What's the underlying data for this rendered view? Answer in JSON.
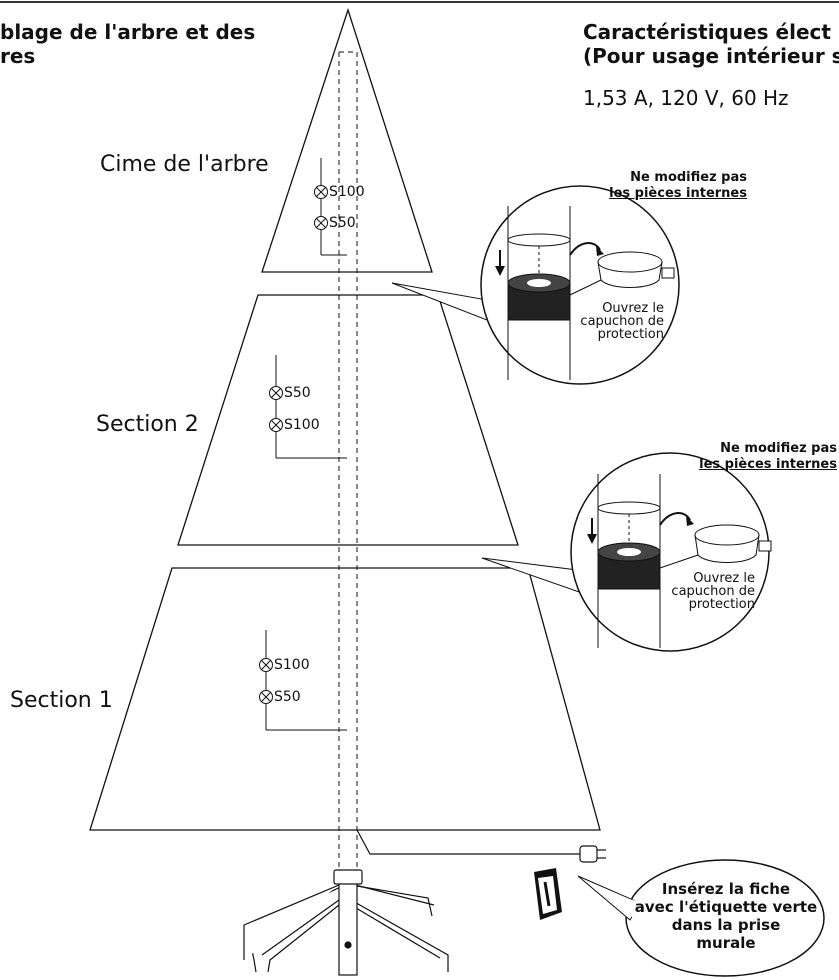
{
  "header": {
    "left_title_line1": "blage de l'arbre et des",
    "left_title_line2": "res",
    "right_title_line1": "Caractéristiques élect",
    "right_title_line2": "(Pour usage intérieur s",
    "specs": "1,53 A, 120 V, 60 Hz"
  },
  "sections": {
    "top": {
      "name": "Cime de l'arbre",
      "bulbs": [
        "S100",
        "S50"
      ]
    },
    "middle": {
      "name": "Section 2",
      "bulbs": [
        "S50",
        "S100"
      ]
    },
    "bottom": {
      "name": "Section 1",
      "bulbs": [
        "S100",
        "S50"
      ]
    }
  },
  "callouts": {
    "upper": {
      "warning_line1": "Ne modifiez pas",
      "warning_line2": "les pièces internes",
      "cap_line1": "Ouvrez le",
      "cap_line2": "capuchon de",
      "cap_line3": "protection"
    },
    "lower": {
      "warning_line1": "Ne modifiez pas",
      "warning_line2": "les pièces internes",
      "cap_line1": "Ouvrez le",
      "cap_line2": "capuchon de",
      "cap_line3": "protection"
    }
  },
  "plug_note": {
    "line1": "Insérez la fiche",
    "line2": "avec l'étiquette verte",
    "line3": "dans la prise",
    "line4": "murale"
  }
}
